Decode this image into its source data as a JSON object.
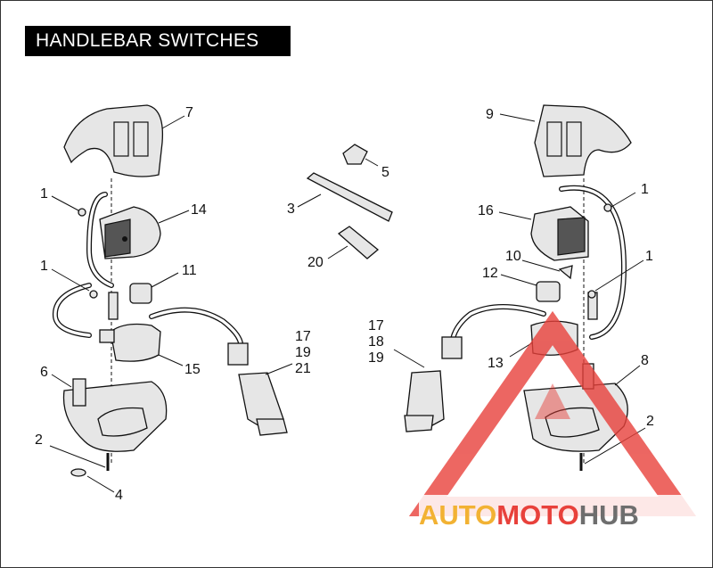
{
  "title": "HANDLEBAR SWITCHES",
  "callouts": {
    "c7": "7",
    "c9": "9",
    "c1a": "1",
    "c1b": "1",
    "c1c": "1",
    "c1d": "1",
    "c14": "14",
    "c16": "16",
    "c5": "5",
    "c3": "3",
    "c20": "20",
    "c11": "11",
    "c10": "10",
    "c12": "12",
    "c17a": "17",
    "c19a": "19",
    "c21": "21",
    "c17b": "17",
    "c18": "18",
    "c19b": "19",
    "c15": "15",
    "c13": "13",
    "c6": "6",
    "c8": "8",
    "c2a": "2",
    "c2b": "2",
    "c4": "4"
  },
  "watermark": {
    "part1": "AUTO",
    "part2": "MOTO",
    "part3": "HUB",
    "colors": {
      "orange": "#f2b233",
      "red": "#e8413b",
      "gray": "#6e6e6e"
    }
  }
}
